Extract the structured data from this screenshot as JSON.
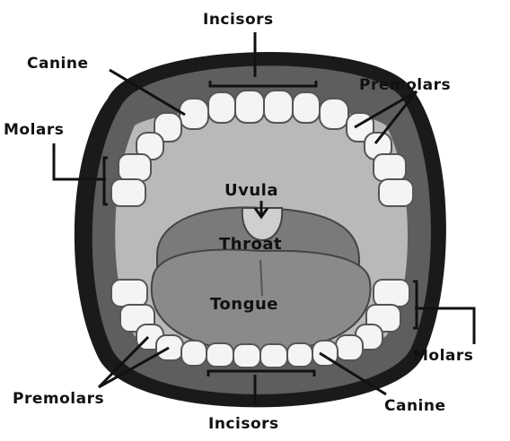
{
  "diagram": {
    "labels": {
      "incisors_top": "Incisors",
      "canine_top_left": "Canine",
      "premolars_top_right": "Premolars",
      "molars_top_left": "Molars",
      "uvula": "Uvula",
      "throat": "Throat",
      "tongue": "Tongue",
      "molars_bottom_right": "Molars",
      "premolars_bottom_left": "Premolars",
      "canine_bottom_right": "Canine",
      "incisors_bottom": "Incisors"
    },
    "colors": {
      "lip": "#1a1a1a",
      "gum": "#5e5e5e",
      "cavity": "#b9b9b9",
      "throat": "#7a7a7a",
      "tongue": "#8a8a8a",
      "tooth": "#f4f4f4",
      "tooth_outline": "#555555"
    }
  }
}
